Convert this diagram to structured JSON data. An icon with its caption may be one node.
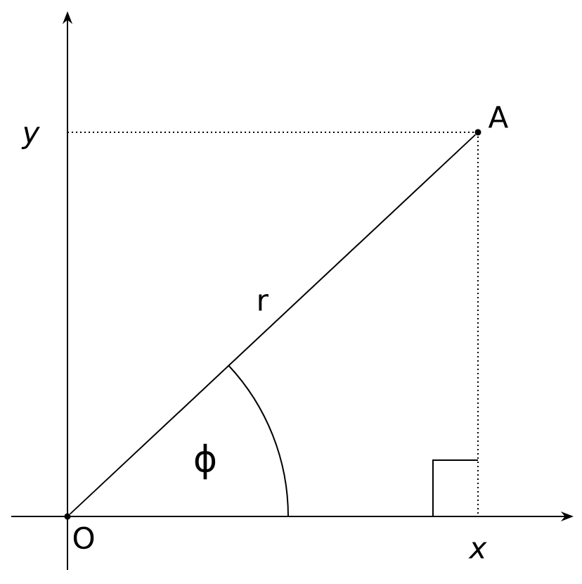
{
  "diagram": {
    "nodes": [
      {
        "text": [
          "O"
        ]
      },
      {
        "text": [
          "A"
        ]
      }
    ],
    "edges": [
      {
        "from": 0,
        "to": 1,
        "arrow": "none",
        "label": "r"
      }
    ],
    "labels": [
      "y",
      "ϕ",
      "x"
    ]
  }
}
